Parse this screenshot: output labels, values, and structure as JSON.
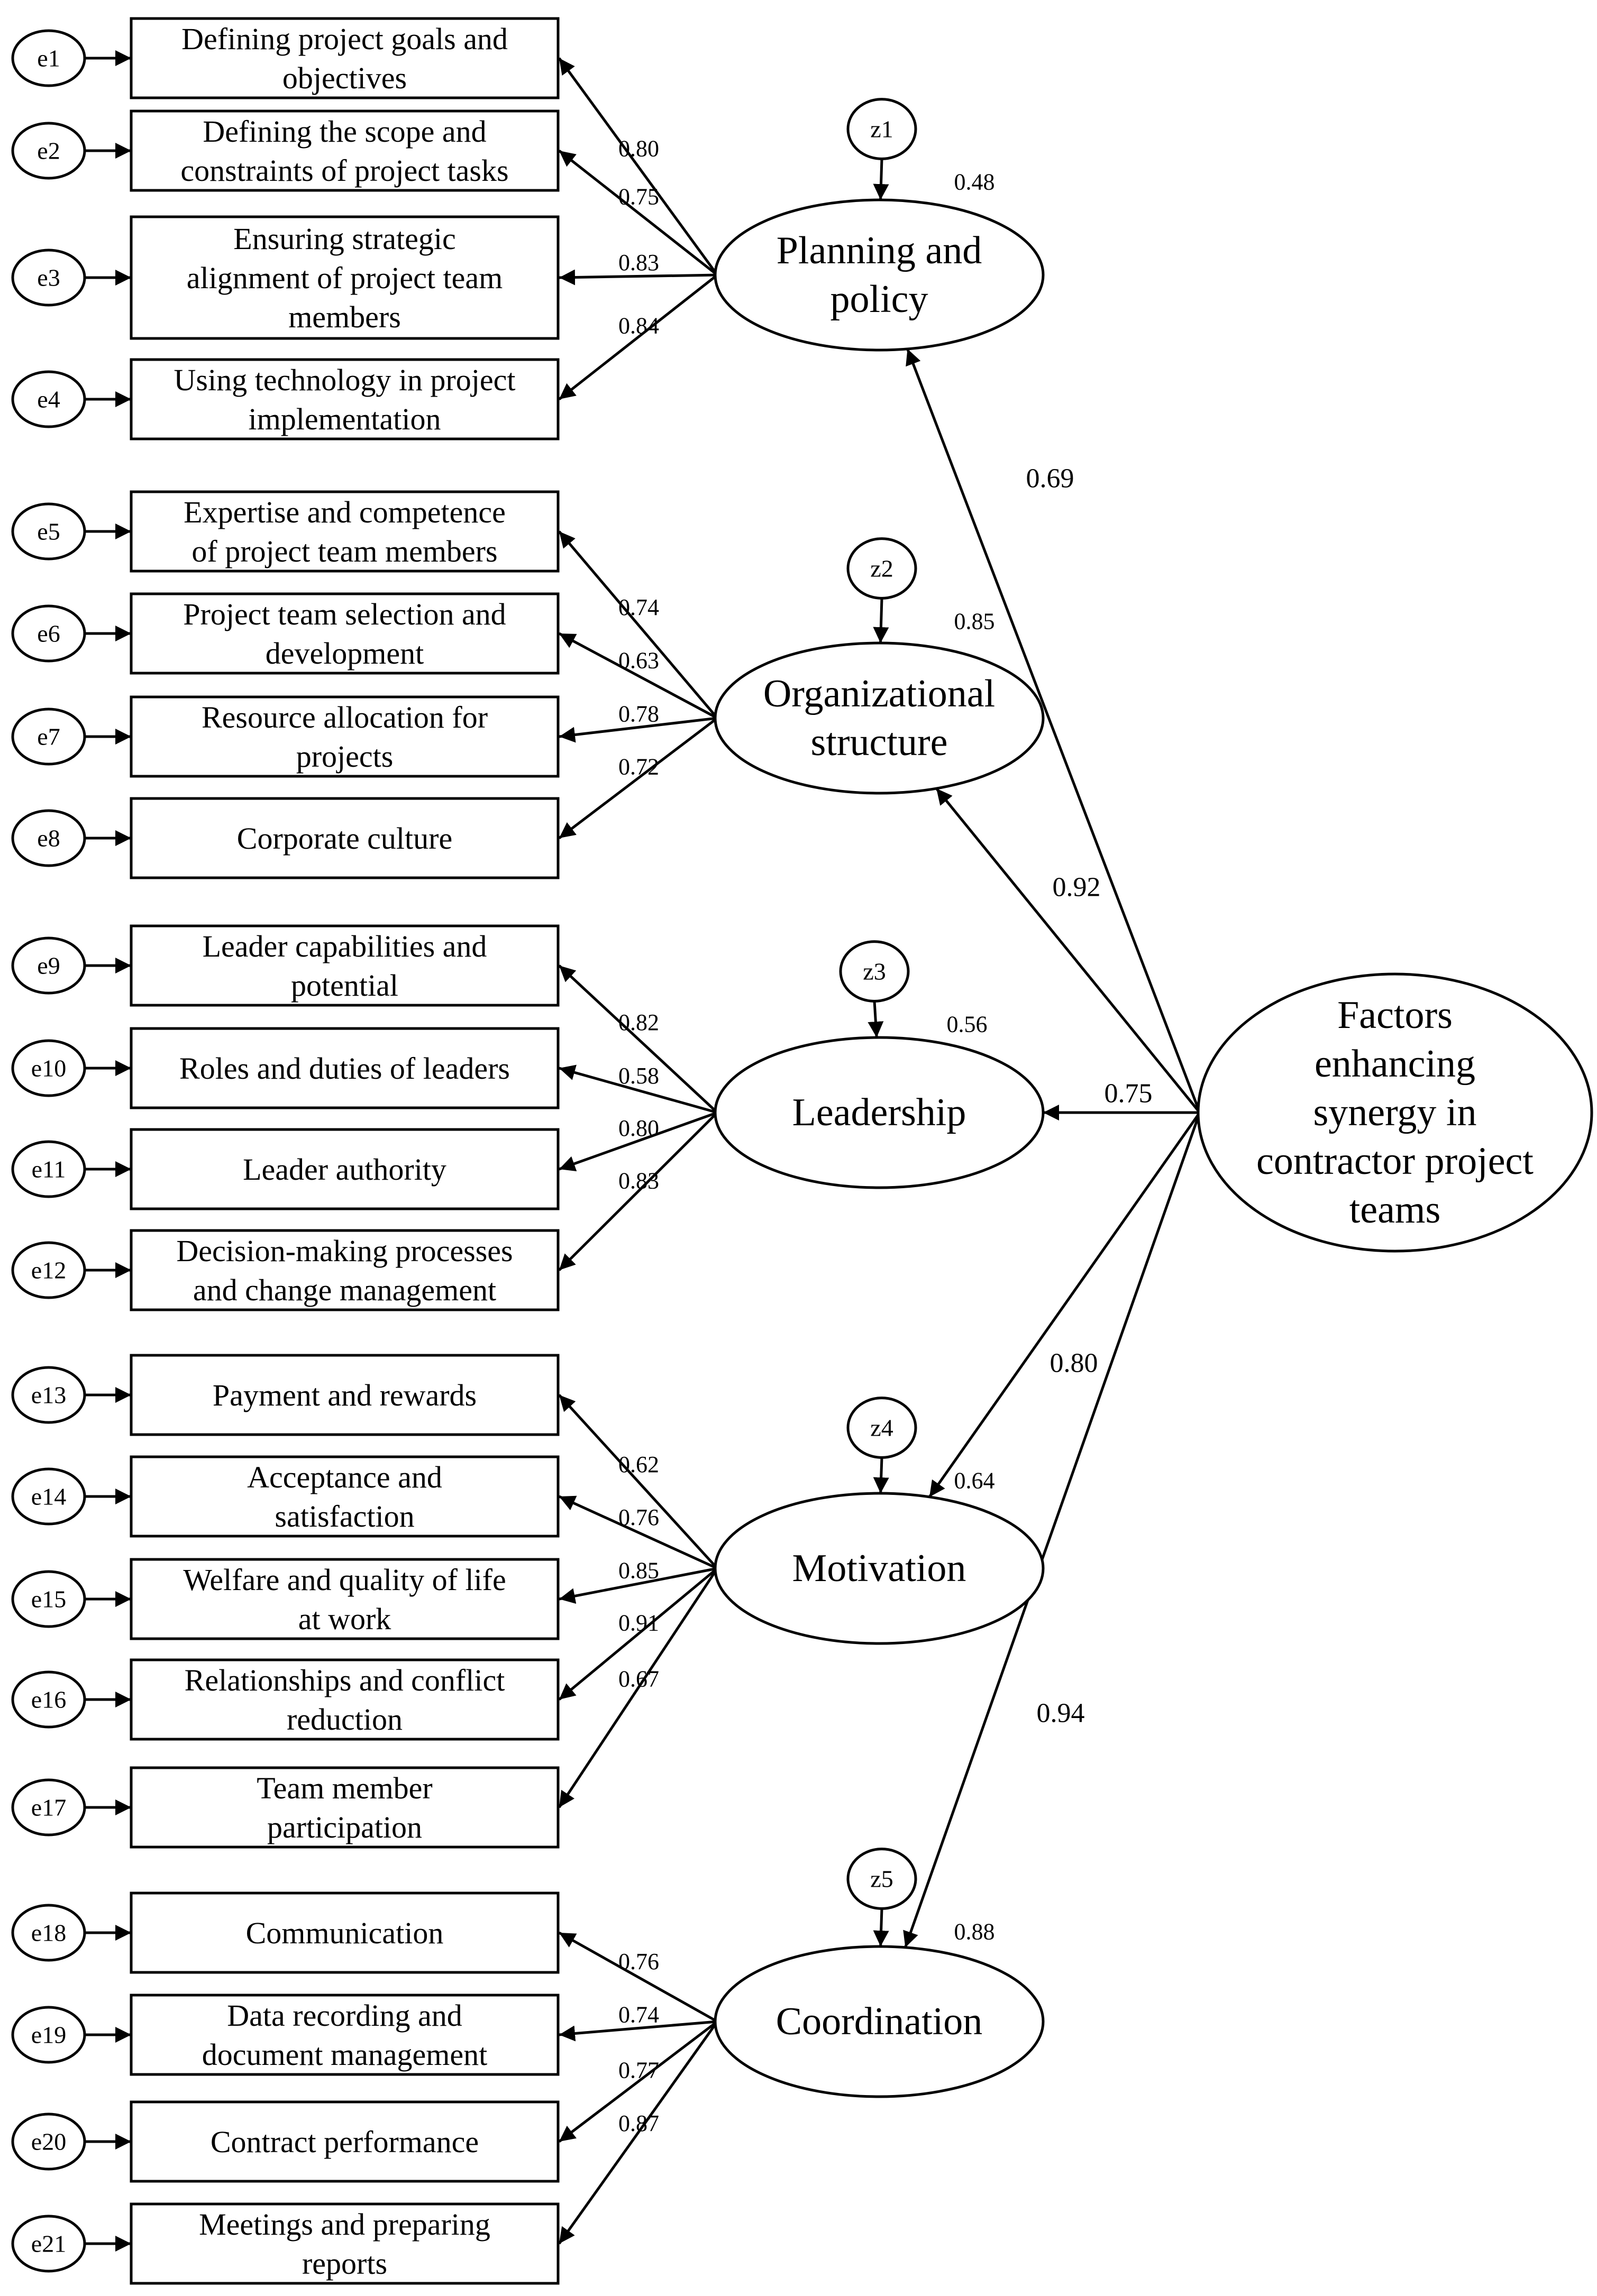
{
  "higher_factor": {
    "label_lines": [
      "Factors",
      "enhancing",
      "synergy in",
      "contractor project",
      "teams"
    ]
  },
  "factors": [
    {
      "id": "F1",
      "label_lines": [
        "Planning and",
        "policy"
      ],
      "disturbance": "z1",
      "r2": "0.48",
      "gamma": "0.69",
      "indicators": [
        {
          "error": "e1",
          "lines": [
            "Defining project goals and",
            "objectives"
          ],
          "loading": "0.80"
        },
        {
          "error": "e2",
          "lines": [
            "Defining the scope and",
            "constraints of project tasks"
          ],
          "loading": "0.75"
        },
        {
          "error": "e3",
          "lines": [
            "Ensuring strategic",
            "alignment of project team",
            "members"
          ],
          "loading": "0.83"
        },
        {
          "error": "e4",
          "lines": [
            "Using technology in project",
            "implementation"
          ],
          "loading": "0.84"
        }
      ]
    },
    {
      "id": "F2",
      "label_lines": [
        "Organizational",
        "structure"
      ],
      "disturbance": "z2",
      "r2": "0.85",
      "gamma": "0.92",
      "indicators": [
        {
          "error": "e5",
          "lines": [
            "Expertise and competence",
            "of project team members"
          ],
          "loading": "0.74"
        },
        {
          "error": "e6",
          "lines": [
            "Project team selection and",
            "development"
          ],
          "loading": "0.63"
        },
        {
          "error": "e7",
          "lines": [
            "Resource allocation for",
            "projects"
          ],
          "loading": "0.78"
        },
        {
          "error": "e8",
          "lines": [
            "Corporate culture"
          ],
          "loading": "0.72"
        }
      ]
    },
    {
      "id": "F3",
      "label_lines": [
        "Leadership"
      ],
      "disturbance": "z3",
      "r2": "0.56",
      "gamma": "0.75",
      "indicators": [
        {
          "error": "e9",
          "lines": [
            "Leader capabilities and",
            "potential"
          ],
          "loading": "0.82"
        },
        {
          "error": "e10",
          "lines": [
            "Roles and duties of leaders"
          ],
          "loading": "0.58"
        },
        {
          "error": "e11",
          "lines": [
            "Leader authority"
          ],
          "loading": "0.80"
        },
        {
          "error": "e12",
          "lines": [
            "Decision-making processes",
            "and change management"
          ],
          "loading": "0.83"
        }
      ]
    },
    {
      "id": "F4",
      "label_lines": [
        "Motivation"
      ],
      "disturbance": "z4",
      "r2": "0.64",
      "gamma": "0.80",
      "indicators": [
        {
          "error": "e13",
          "lines": [
            "Payment and rewards"
          ],
          "loading": "0.62"
        },
        {
          "error": "e14",
          "lines": [
            "Acceptance and",
            "satisfaction"
          ],
          "loading": "0.76"
        },
        {
          "error": "e15",
          "lines": [
            "Welfare and quality of life",
            "at work"
          ],
          "loading": "0.85"
        },
        {
          "error": "e16",
          "lines": [
            "Relationships and conflict",
            "reduction"
          ],
          "loading": "0.91"
        },
        {
          "error": "e17",
          "lines": [
            "Team member",
            "participation"
          ],
          "loading": "0.67"
        }
      ]
    },
    {
      "id": "F5",
      "label_lines": [
        "Coordination"
      ],
      "disturbance": "z5",
      "r2": "0.88",
      "gamma": "0.94",
      "indicators": [
        {
          "error": "e18",
          "lines": [
            "Communication"
          ],
          "loading": "0.76"
        },
        {
          "error": "e19",
          "lines": [
            "Data recording and",
            "document management"
          ],
          "loading": "0.74"
        },
        {
          "error": "e20",
          "lines": [
            "Contract performance"
          ],
          "loading": "0.77"
        },
        {
          "error": "e21",
          "lines": [
            "Meetings and preparing",
            "reports"
          ],
          "loading": "0.87"
        }
      ]
    }
  ]
}
